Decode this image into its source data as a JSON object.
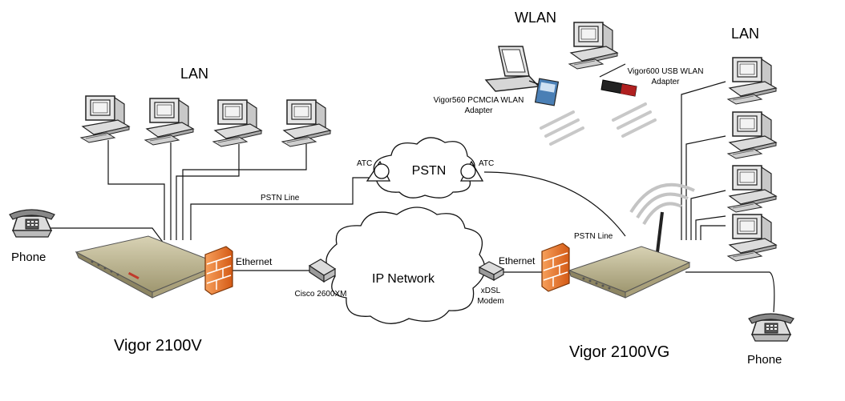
{
  "labels": {
    "lan_left": "LAN",
    "lan_right": "LAN",
    "wlan": "WLAN",
    "pstn": "PSTN",
    "atc_left": "ATC",
    "atc_right": "ATC",
    "pstn_line_left": "PSTN Line",
    "pstn_line_right": "PSTN Line",
    "ip_network": "IP Network",
    "ethernet_left": "Ethernet",
    "ethernet_right": "Ethernet",
    "cisco": "Cisco 2600XM",
    "xdsl_line1": "xDSL",
    "xdsl_line2": "Modem",
    "phone_left": "Phone",
    "phone_right": "Phone",
    "vigor_left": "Vigor 2100V",
    "vigor_right": "Vigor 2100VG",
    "pcmcia_line1": "Vigor560 PCMCIA WLAN",
    "pcmcia_line2": "Adapter",
    "usb_line1": "Vigor600 USB WLAN",
    "usb_line2": "Adapter"
  },
  "colors": {
    "line": "#111111",
    "router_body": "#bdb592",
    "firewall": "#e8762a",
    "cloud_fill": "#ffffff",
    "computer": "#d9d9d9"
  }
}
